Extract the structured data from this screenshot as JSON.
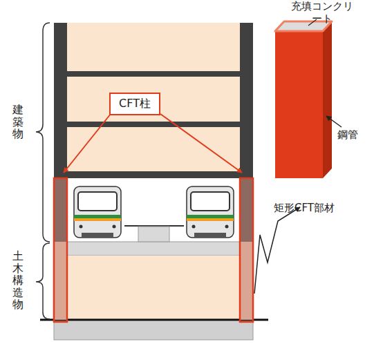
{
  "diagram": {
    "nodes": [
      {
        "text": [
          "CFT柱"
        ]
      }
    ],
    "labels": [
      "建築物",
      "土木構造物",
      "充填コンクリート",
      "鋼管",
      "矩形CFT部材"
    ]
  }
}
